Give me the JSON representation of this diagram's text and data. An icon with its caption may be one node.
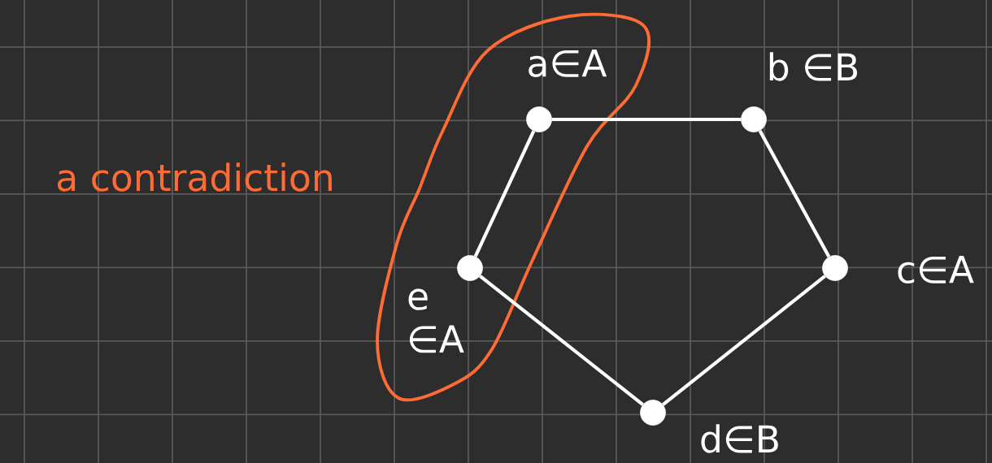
{
  "diagram": {
    "nodes": [
      {
        "text": [],
        "shape": "circle",
        "beside": [
          "a∈A"
        ]
      },
      {
        "text": [],
        "shape": "circle",
        "beside": [
          "b ∈B"
        ]
      },
      {
        "text": [],
        "shape": "circle",
        "beside": [
          "c∈A"
        ]
      },
      {
        "text": [],
        "shape": "circle",
        "beside": [
          "d∈B"
        ]
      },
      {
        "text": [],
        "shape": "circle",
        "beside": [
          "e ∈A"
        ]
      }
    ],
    "edges": [
      {
        "from": 0,
        "to": 1,
        "arrow": "none"
      },
      {
        "from": 1,
        "to": 2,
        "arrow": "none"
      },
      {
        "from": 2,
        "to": 3,
        "arrow": "none"
      },
      {
        "from": 3,
        "to": 4,
        "arrow": "none"
      },
      {
        "from": 4,
        "to": 0,
        "arrow": "none"
      }
    ],
    "labels": [
      "a contradiction"
    ]
  }
}
